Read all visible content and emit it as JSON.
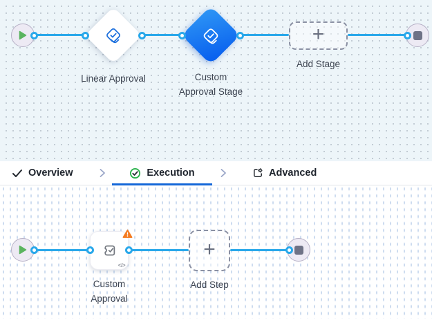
{
  "stage_canvas": {
    "nodes": {
      "linear_approval": {
        "label": "Linear Approval",
        "selected": false
      },
      "custom_approval_stage": {
        "label": "Custom\nApproval Stage",
        "selected": true
      },
      "add_stage": {
        "label": "Add Stage"
      }
    }
  },
  "tab_bar": {
    "tabs": [
      {
        "label": "Overview",
        "state": "complete"
      },
      {
        "label": "Execution",
        "state": "active"
      },
      {
        "label": "Advanced",
        "state": "default"
      }
    ]
  },
  "step_canvas": {
    "nodes": {
      "custom_approval": {
        "label": "Custom\nApproval",
        "has_warning": true
      },
      "add_step": {
        "label": "Add Step"
      }
    }
  },
  "icons": {
    "plus_glyph": "+",
    "code_glyph": "</>"
  },
  "colors": {
    "connector_blue": "#29a8ea",
    "selected_node_gradient_start": "#2f97f5",
    "selected_node_gradient_end": "#0a62ef",
    "tab_underline_blue": "#1467d8",
    "execution_check_green": "#2bb24c",
    "warning_orange": "#f47b20",
    "start_play_green": "#5ab45f",
    "end_stop_gray": "#6e7286"
  }
}
